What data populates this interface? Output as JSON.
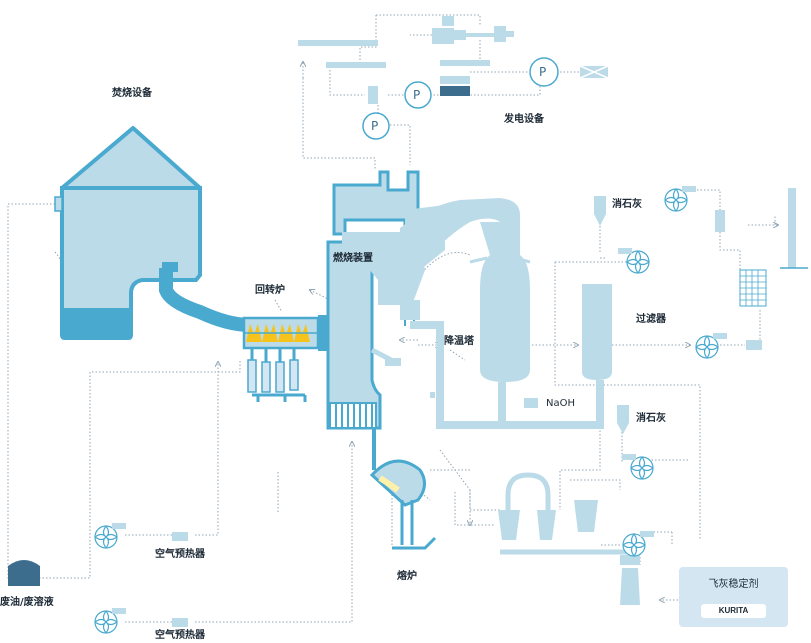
{
  "labels": {
    "incineration": "焚烧设备",
    "power": "发电设备",
    "rotary_kiln": "回转炉",
    "combustion": "燃烧装置",
    "cooling_tower": "降温塔",
    "slaked_lime_top": "消石灰",
    "slaked_lime_mid": "消石灰",
    "filter": "过滤器",
    "naoh": "NaOH",
    "air_preheater_1": "空气预热器",
    "air_preheater_2": "空气预热器",
    "waste_oil": "废油/废溶液",
    "melting_furnace": "熔炉",
    "fly_ash_title": "飞灰稳定剂",
    "kurita": "KURITA",
    "pump_p": "P"
  },
  "colors": {
    "dark_blue": "#4aa9cf",
    "light_blue": "#bcdbe9",
    "pale_blue": "#d3e6f1",
    "flow_line": "#8fa6b5",
    "flame": "#f6c21c",
    "navy": "#3c6d8d"
  }
}
